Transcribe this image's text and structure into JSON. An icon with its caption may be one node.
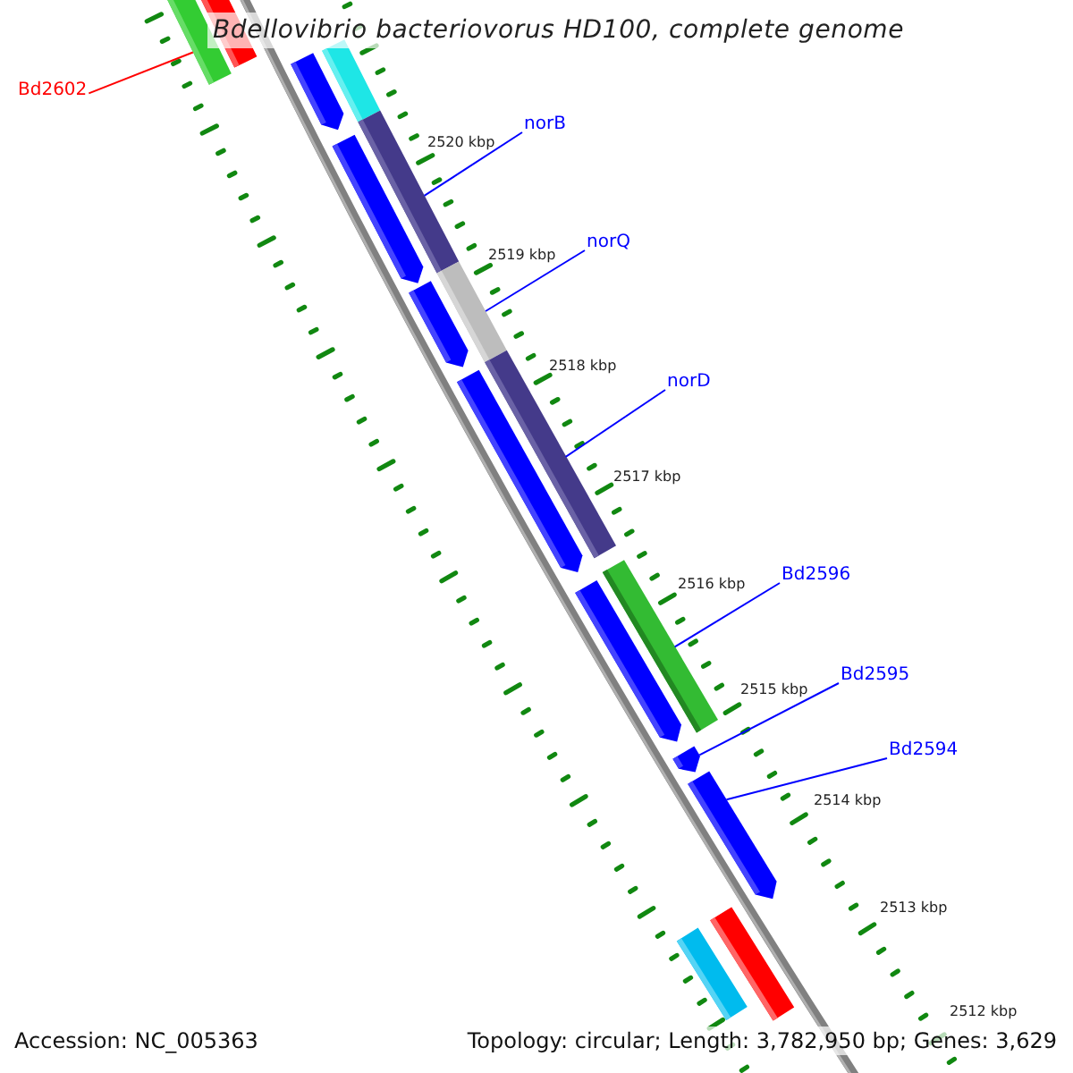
{
  "diagram": {
    "title": "Bdellovibrio bacteriovorus HD100, complete genome",
    "nodes": [
      {
        "text": [
          "Bd2602"
        ]
      },
      {
        "text": [],
        "shape": "bar"
      },
      {
        "text": [],
        "shape": "bar"
      },
      {
        "text": [],
        "shape": "bar"
      },
      {
        "text": [],
        "shape": "bar"
      },
      {
        "text": [],
        "shape": "bar"
      },
      {
        "text": [],
        "shape": "bar"
      },
      {
        "text": [],
        "shape": "bar"
      },
      {
        "text": [],
        "shape": "bar"
      },
      {
        "text": [],
        "shape": "bar"
      },
      {
        "text": [],
        "shape": "bar"
      },
      {
        "text": [],
        "shape": "bar"
      },
      {
        "text": [],
        "shape": "bar"
      },
      {
        "text": [],
        "shape": "bar"
      },
      {
        "text": [],
        "shape": "bar"
      },
      {
        "text": [],
        "shape": "bar"
      },
      {
        "text": [],
        "shape": "bar"
      },
      {
        "text": [
          "norB"
        ]
      },
      {
        "text": [
          "norQ"
        ]
      },
      {
        "text": [
          "norD"
        ]
      },
      {
        "text": [
          "Bd2596"
        ]
      },
      {
        "text": [
          "Bd2595"
        ]
      },
      {
        "text": [
          "Bd2594"
        ]
      }
    ],
    "edges": [
      {
        "from": 0,
        "to": 1,
        "arrow": "none",
        "color": "#ff0000"
      },
      {
        "from": 17,
        "to": 11,
        "arrow": "none"
      },
      {
        "from": 18,
        "to": 12,
        "arrow": "none"
      },
      {
        "from": 19,
        "to": 13,
        "arrow": "none"
      },
      {
        "from": 20,
        "to": 14,
        "arrow": "none"
      },
      {
        "from": 21,
        "to": 8,
        "arrow": "none"
      },
      {
        "from": 22,
        "to": 9,
        "arrow": "none"
      }
    ],
    "labels": [
      "2520 kbp",
      "2519 kbp",
      "2518 kbp",
      "2517 kbp",
      "2516 kbp",
      "2515 kbp",
      "2514 kbp",
      "2513 kbp",
      "2512 kbp",
      "Accession: NC_005363",
      "Topology: circular; Length: 3,782,950 bp; Genes: 3,629"
    ]
  }
}
